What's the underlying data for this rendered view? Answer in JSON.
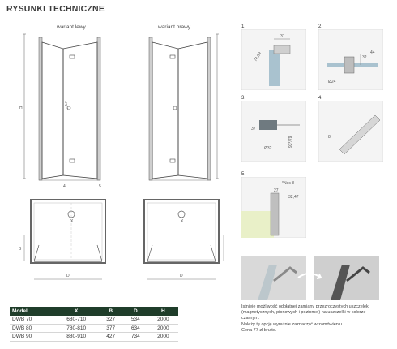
{
  "title": "RYSUNKI TECHNICZNE",
  "variants": {
    "left": "wariant lewy",
    "right": "wariant prawy"
  },
  "dims": {
    "H": "H",
    "X": "X",
    "B": "B",
    "D": "D",
    "one": "1",
    "two": "2",
    "three": "3",
    "four": "4",
    "five": "5"
  },
  "details": [
    {
      "num": "1.",
      "labels": [
        "31",
        "74,89"
      ]
    },
    {
      "num": "2.",
      "labels": [
        "32",
        "44",
        "Ø24"
      ]
    },
    {
      "num": "3.",
      "labels": [
        "37",
        "Ø32",
        "93*/79"
      ]
    },
    {
      "num": "4.",
      "labels": [
        "8"
      ]
    },
    {
      "num": "5.",
      "labels": [
        "*Nes 8",
        "27",
        "32,47"
      ]
    }
  ],
  "table": {
    "headers": [
      "Model",
      "X",
      "B",
      "D",
      "H"
    ],
    "rows": [
      [
        "DWB 70",
        "680-710",
        "327",
        "534",
        "2000"
      ],
      [
        "DWB 80",
        "780-810",
        "377",
        "634",
        "2000"
      ],
      [
        "DWB 90",
        "880-910",
        "427",
        "734",
        "2000"
      ]
    ]
  },
  "notes": {
    "seals": "Istnieje możliwość odpłatnej zamiany przezroczystych uszczelek (magnetycznych, pionowych i poziomej) na uszczelki w kolorze czarnym.",
    "order": "Należy tę opcję wyraźnie zaznaczyć w zamówieniu.",
    "price": "Cena 77 zł brutto."
  }
}
